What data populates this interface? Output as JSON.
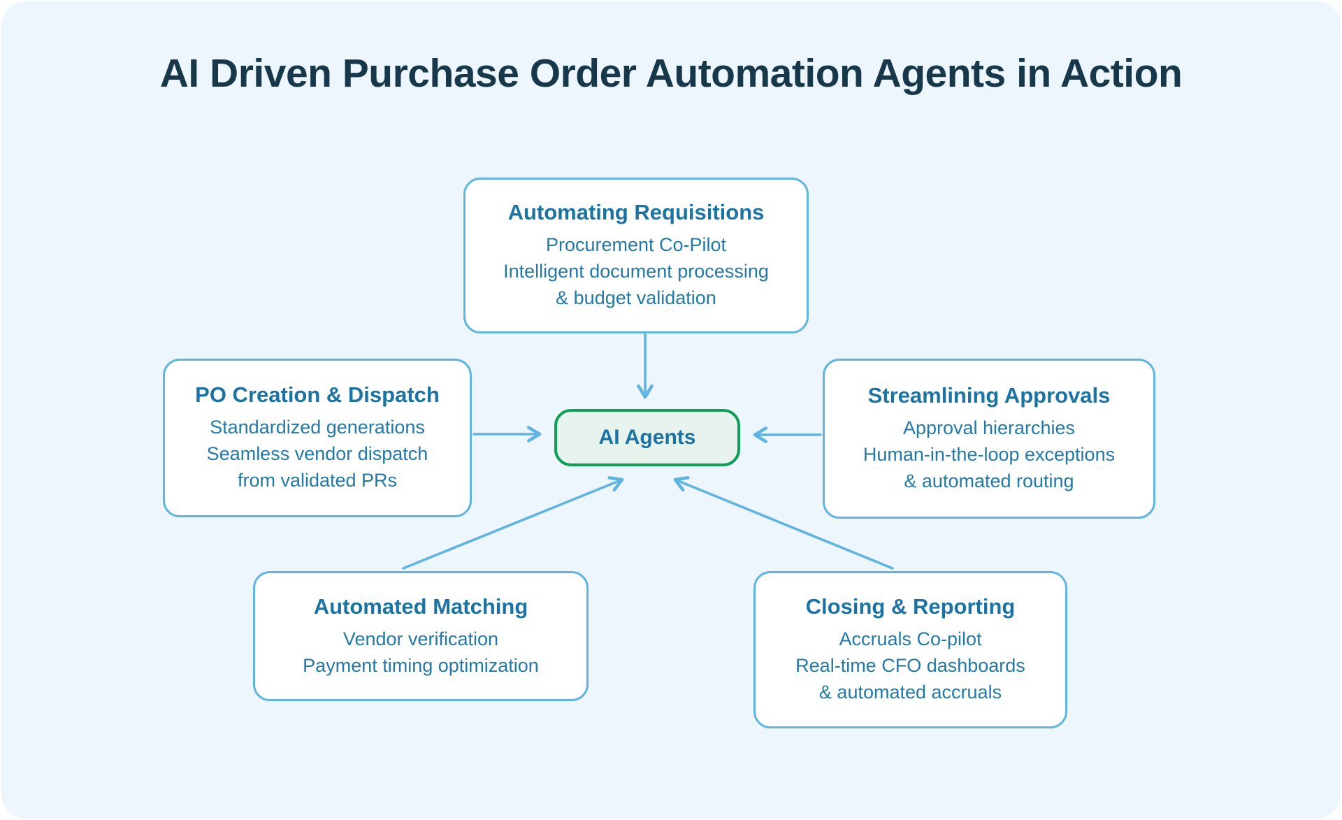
{
  "title": "AI Driven Purchase Order Automation Agents in Action",
  "center": {
    "label": "AI Agents"
  },
  "nodes": [
    {
      "id": "automating-requisitions",
      "heading": "Automating Requisitions",
      "lines": [
        "Procurement Co-Pilot",
        "Intelligent document processing",
        "& budget validation"
      ]
    },
    {
      "id": "po-creation-dispatch",
      "heading": "PO Creation & Dispatch",
      "lines": [
        "Standardized generations",
        "Seamless vendor dispatch",
        "from validated PRs"
      ]
    },
    {
      "id": "streamlining-approvals",
      "heading": "Streamlining Approvals",
      "lines": [
        "Approval hierarchies",
        "Human-in-the-loop exceptions",
        "& automated routing"
      ]
    },
    {
      "id": "automated-matching",
      "heading": "Automated Matching",
      "lines": [
        "Vendor verification",
        "Payment timing optimization"
      ]
    },
    {
      "id": "closing-reporting",
      "heading": "Closing & Reporting",
      "lines": [
        "Accruals Co-pilot",
        "Real-time CFO dashboards",
        "& automated accruals"
      ]
    }
  ],
  "colors": {
    "panel_background": "#edf6fc",
    "box_background": "#ffffff",
    "box_border_blue": "#5fb4e2",
    "arrow_blue": "#5fb4e2",
    "heading_blue": "#1b73a3",
    "body_blue": "#2379a6",
    "title_navy": "#17384a",
    "center_border_green": "#0fa057",
    "center_fill_green": "#e7f3ec"
  }
}
